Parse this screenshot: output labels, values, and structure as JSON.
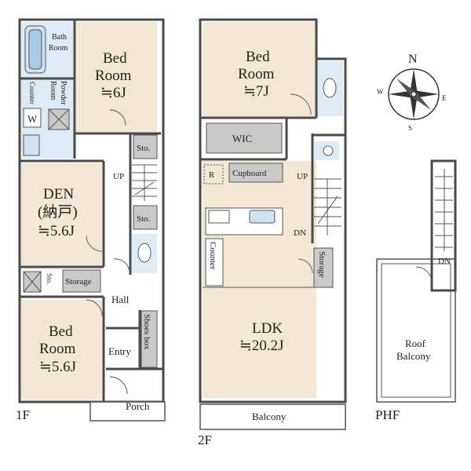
{
  "floors": {
    "first": {
      "label": "1F",
      "rooms": {
        "bath": {
          "line1": "Bath",
          "line2": "Room"
        },
        "powder": {
          "line1": "Powder",
          "line2": "Room"
        },
        "counter": "Counter",
        "washer": "W",
        "bed1": {
          "line1": "Bed",
          "line2": "Room",
          "size": "≒6J"
        },
        "store1": "Sto.",
        "den": {
          "line1": "DEN",
          "line2": "(納戸)",
          "size": "≒5.6J"
        },
        "store2": "Sto.",
        "sto_small": "Sto.",
        "storage": "Storage",
        "hall": "Hall",
        "bed2": {
          "line1": "Bed",
          "line2": "Room",
          "size": "≒5.6J"
        },
        "entry": "Entry",
        "shoes": "Shoes box",
        "porch": "Porch",
        "up": "UP"
      }
    },
    "second": {
      "label": "2F",
      "rooms": {
        "bed": {
          "line1": "Bed",
          "line2": "Room",
          "size": "≒7J"
        },
        "wic": "WIC",
        "r": "R",
        "cupboard": "Cupboard",
        "up": "UP",
        "dn": "DN",
        "counter": "Counter",
        "storage": "Storage",
        "ldk": {
          "line1": "LDK",
          "size": "≒20.2J"
        },
        "balcony": "Balcony"
      }
    },
    "phf": {
      "label": "PHF",
      "rooms": {
        "dn": "DN",
        "roof": {
          "line1": "Roof",
          "line2": "Balcony"
        }
      }
    }
  },
  "compass": {
    "n": "N",
    "e": "E",
    "s": "S",
    "w": "W"
  },
  "colors": {
    "room": "#f1e7d2",
    "wet": "#dcebf6",
    "fixture": "#c9c9c9",
    "wall": "#4a4a4a"
  }
}
